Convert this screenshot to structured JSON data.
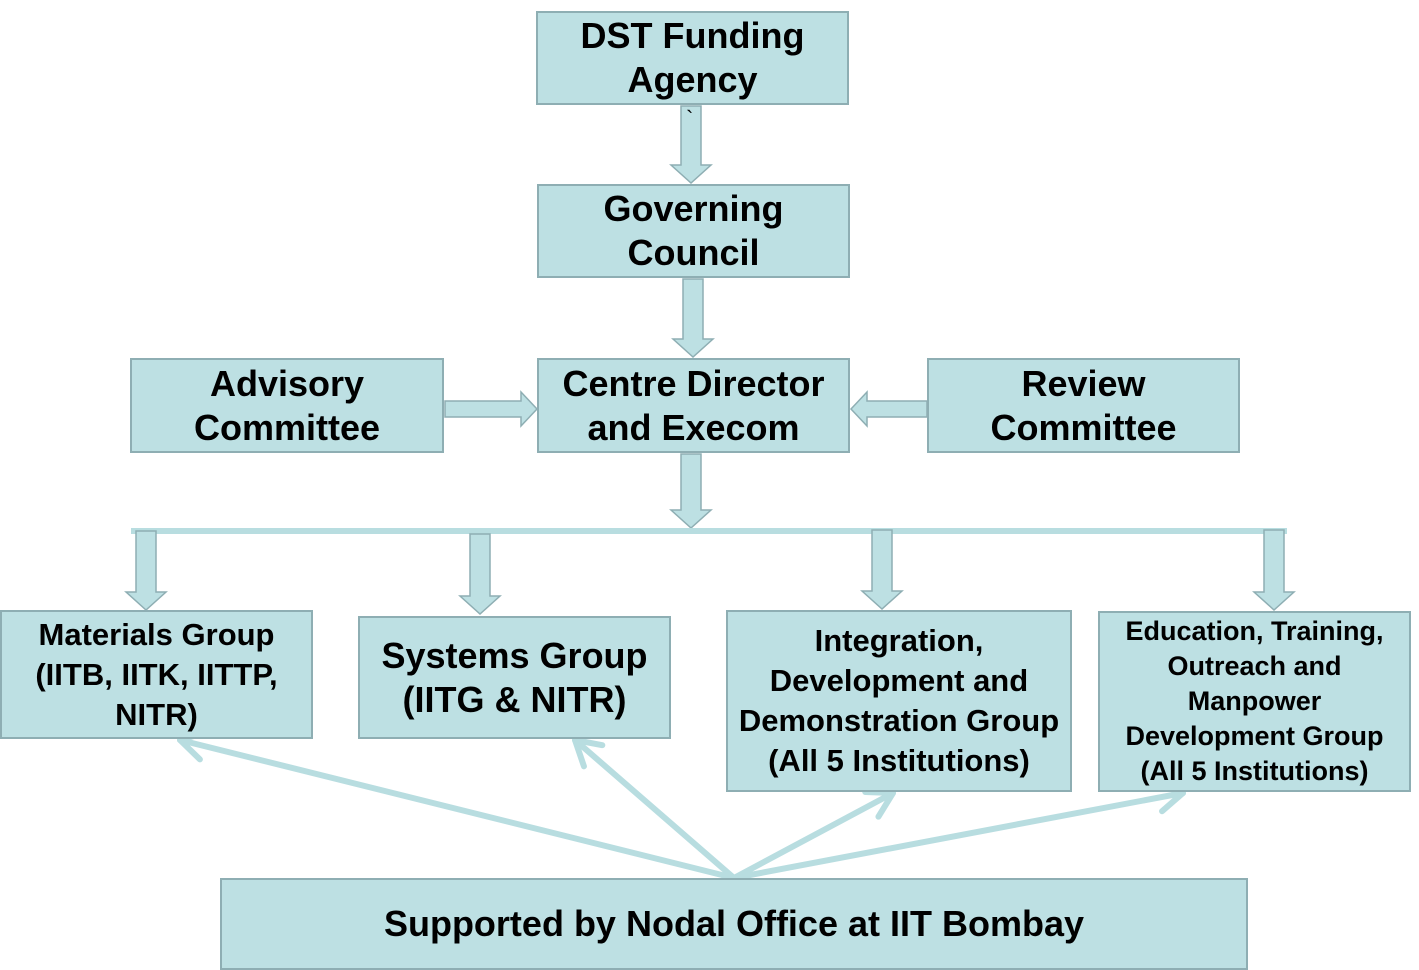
{
  "colors": {
    "box_fill": "#bde0e3",
    "box_border": "#8eaeb3",
    "connector": "#b8dde0",
    "text": "#000000"
  },
  "diagram": {
    "top": {
      "label": "DST Funding Agency"
    },
    "governing": {
      "label": "Governing Council"
    },
    "advisory": {
      "label": "Advisory Committee"
    },
    "director": {
      "label": "Centre Director and Execom"
    },
    "review": {
      "label": "Review Committee"
    },
    "groups": [
      {
        "label": "Materials Group (IITB, IITK, IITTP, NITR)"
      },
      {
        "label": "Systems Group (IITG & NITR)"
      },
      {
        "label": "Integration, Development and Demonstration Group (All 5 Institutions)"
      },
      {
        "label": "Education, Training, Outreach and Manpower Development Group (All 5 Institutions)"
      }
    ],
    "nodal": {
      "label": "Supported by Nodal Office at IIT Bombay"
    },
    "stray_mark": "`"
  }
}
